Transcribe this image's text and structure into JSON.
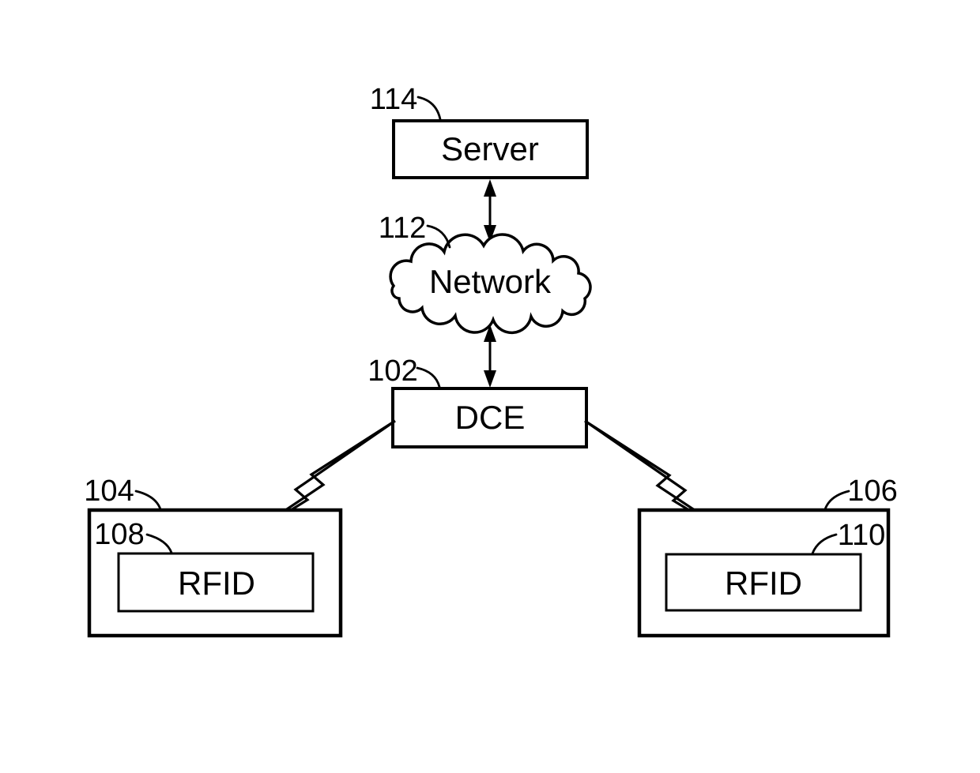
{
  "figure": {
    "background_color": "#ffffff",
    "ink_color": "#000000",
    "nodes": {
      "server": {
        "ref": "114",
        "label": "Server"
      },
      "network": {
        "ref": "112",
        "label": "Network"
      },
      "dce": {
        "ref": "102",
        "label": "DCE"
      },
      "enclosure_left": {
        "ref": "104"
      },
      "rfid_left": {
        "ref": "108",
        "label": "RFID"
      },
      "enclosure_right": {
        "ref": "106"
      },
      "rfid_right": {
        "ref": "110",
        "label": "RFID"
      }
    },
    "connections": {
      "server_network": "double-arrow",
      "network_dce": "double-arrow",
      "dce_rfid_left": "lightning-bolt",
      "dce_rfid_right": "lightning-bolt"
    }
  }
}
